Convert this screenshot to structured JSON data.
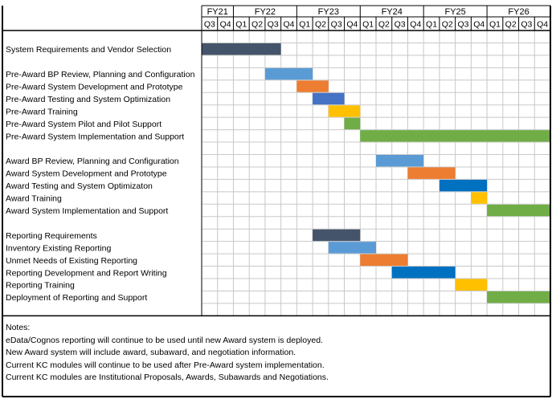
{
  "colors": {
    "dark_slate": "#44546a",
    "light_blue": "#5b9bd5",
    "orange": "#ed7d31",
    "mid_blue": "#4472c4",
    "gold": "#ffc000",
    "green": "#70ad47",
    "strong_blue": "#0070c0",
    "grid": "#c8c8c8",
    "border": "#000000"
  },
  "chart_data": {
    "type": "gantt",
    "fiscal_years": [
      {
        "label": "FY21",
        "quarters": [
          "Q3",
          "Q4"
        ]
      },
      {
        "label": "FY22",
        "quarters": [
          "Q1",
          "Q2",
          "Q3",
          "Q4"
        ]
      },
      {
        "label": "FY23",
        "quarters": [
          "Q1",
          "Q2",
          "Q3",
          "Q4"
        ]
      },
      {
        "label": "FY24",
        "quarters": [
          "Q1",
          "Q2",
          "Q3",
          "Q4"
        ]
      },
      {
        "label": "FY25",
        "quarters": [
          "Q1",
          "Q2",
          "Q3",
          "Q4"
        ]
      },
      {
        "label": "FY26",
        "quarters": [
          "Q1",
          "Q2",
          "Q3",
          "Q4"
        ]
      }
    ],
    "rows": [
      {
        "type": "blank"
      },
      {
        "type": "task",
        "label": "System Requirements and Vendor Selection",
        "start": "FY21 Q3",
        "end": "FY22 Q3",
        "color": "dark_slate"
      },
      {
        "type": "blank"
      },
      {
        "type": "task",
        "label": "Pre-Award BP Review, Planning and Configuration",
        "start": "FY22 Q3",
        "end": "FY23 Q1",
        "color": "light_blue"
      },
      {
        "type": "task",
        "label": "Pre-Award System Development and Prototype",
        "start": "FY23 Q1",
        "end": "FY23 Q2",
        "color": "orange"
      },
      {
        "type": "task",
        "label": "Pre-Award Testing and System Optimization",
        "start": "FY23 Q2",
        "end": "FY23 Q3",
        "color": "mid_blue"
      },
      {
        "type": "task",
        "label": "Pre-Award Training",
        "start": "FY23 Q3",
        "end": "FY23 Q4",
        "color": "gold"
      },
      {
        "type": "task",
        "label": "Pre-Award System Pilot and Pilot Support",
        "start": "FY23 Q4",
        "end": "FY23 Q4",
        "color": "green"
      },
      {
        "type": "task",
        "label": "Pre-Award System Implementation and Support",
        "start": "FY24 Q1",
        "end": "FY26 Q4",
        "color": "green"
      },
      {
        "type": "blank"
      },
      {
        "type": "task",
        "label": "Award BP Review, Planning and Configuration",
        "start": "FY24 Q2",
        "end": "FY24 Q4",
        "color": "light_blue"
      },
      {
        "type": "task",
        "label": "Award System Development and Prototype",
        "start": "FY24 Q4",
        "end": "FY25 Q2",
        "color": "orange"
      },
      {
        "type": "task",
        "label": "Award Testing and System Optimizaton",
        "start": "FY25 Q2",
        "end": "FY25 Q4",
        "color": "strong_blue"
      },
      {
        "type": "task",
        "label": "Award Training",
        "start": "FY25 Q4",
        "end": "FY25 Q4",
        "color": "gold"
      },
      {
        "type": "task",
        "label": "Award System Implementation and Support",
        "start": "FY26 Q1",
        "end": "FY26 Q4",
        "color": "green"
      },
      {
        "type": "blank"
      },
      {
        "type": "task",
        "label": "Reporting Requirements",
        "start": "FY23 Q2",
        "end": "FY23 Q4",
        "color": "dark_slate"
      },
      {
        "type": "task",
        "label": "Inventory Existing Reporting",
        "start": "FY23 Q3",
        "end": "FY24 Q1",
        "color": "light_blue"
      },
      {
        "type": "task",
        "label": "Unmet Needs of Existing Reporting",
        "start": "FY24 Q1",
        "end": "FY24 Q3",
        "color": "orange"
      },
      {
        "type": "task",
        "label": "Reporting Development and Report Writing",
        "start": "FY24 Q3",
        "end": "FY25 Q2",
        "color": "strong_blue"
      },
      {
        "type": "task",
        "label": "Reporting Training",
        "start": "FY25 Q3",
        "end": "FY25 Q4",
        "color": "gold"
      },
      {
        "type": "task",
        "label": "Deployment of Reporting and Support",
        "start": "FY26 Q1",
        "end": "FY26 Q4",
        "color": "green"
      },
      {
        "type": "blank"
      }
    ]
  },
  "notes": {
    "heading": "Notes:",
    "lines": [
      "eData/Cognos reporting will continue to be used until new Award system is deployed.",
      "New Award system will include award, subaward, and negotiation information.",
      "Current KC modules will continue to be used after Pre-Award system implementation.",
      "Current KC modules are Institutional Proposals, Awards, Subawards and Negotiations."
    ]
  }
}
